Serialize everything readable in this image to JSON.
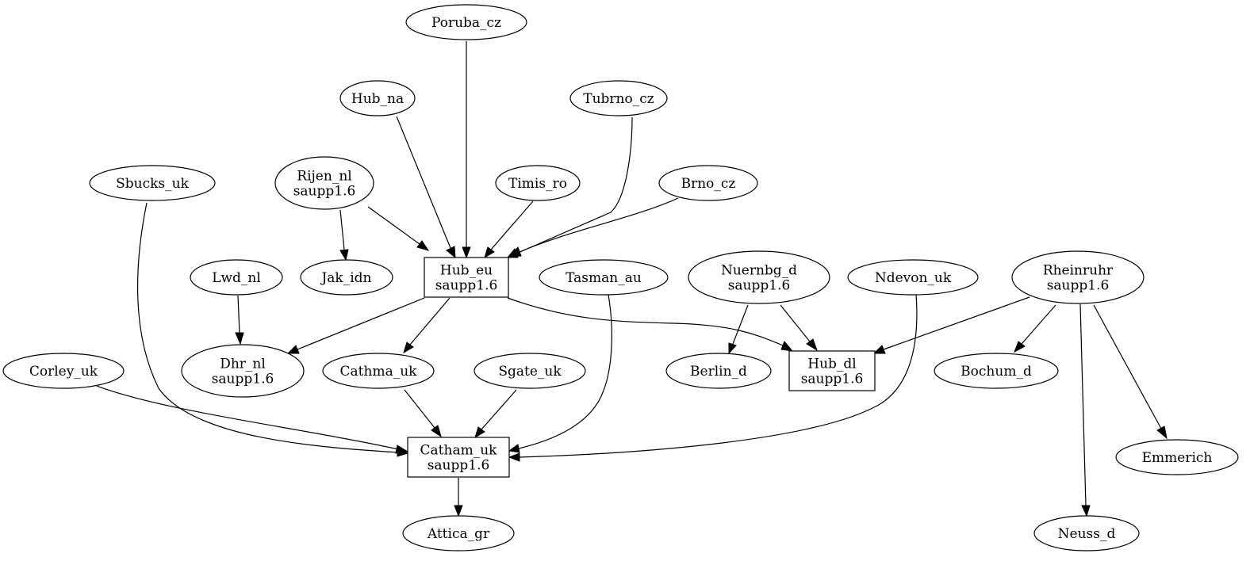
{
  "nodes": [
    {
      "id": "poruba_cz",
      "shape": "ellipse",
      "lines": [
        "Poruba_cz"
      ]
    },
    {
      "id": "hub_na",
      "shape": "ellipse",
      "lines": [
        "Hub_na"
      ]
    },
    {
      "id": "tubrno_cz",
      "shape": "ellipse",
      "lines": [
        "Tubrno_cz"
      ]
    },
    {
      "id": "sbucks_uk",
      "shape": "ellipse",
      "lines": [
        "Sbucks_uk"
      ]
    },
    {
      "id": "rijen_nl",
      "shape": "ellipse",
      "lines": [
        "Rijen_nl",
        "saupp1.6"
      ]
    },
    {
      "id": "timis_ro",
      "shape": "ellipse",
      "lines": [
        "Timis_ro"
      ]
    },
    {
      "id": "brno_cz",
      "shape": "ellipse",
      "lines": [
        "Brno_cz"
      ]
    },
    {
      "id": "lwd_nl",
      "shape": "ellipse",
      "lines": [
        "Lwd_nl"
      ]
    },
    {
      "id": "jak_idn",
      "shape": "ellipse",
      "lines": [
        "Jak_idn"
      ]
    },
    {
      "id": "hub_eu",
      "shape": "box",
      "lines": [
        "Hub_eu",
        "saupp1.6"
      ]
    },
    {
      "id": "tasman_au",
      "shape": "ellipse",
      "lines": [
        "Tasman_au"
      ]
    },
    {
      "id": "nuernbg_d",
      "shape": "ellipse",
      "lines": [
        "Nuernbg_d",
        "saupp1.6"
      ]
    },
    {
      "id": "ndevon_uk",
      "shape": "ellipse",
      "lines": [
        "Ndevon_uk"
      ]
    },
    {
      "id": "rheinruhr",
      "shape": "ellipse",
      "lines": [
        "Rheinruhr",
        "saupp1.6"
      ]
    },
    {
      "id": "corley_uk",
      "shape": "ellipse",
      "lines": [
        "Corley_uk"
      ]
    },
    {
      "id": "dhr_nl",
      "shape": "ellipse",
      "lines": [
        "Dhr_nl",
        "saupp1.6"
      ]
    },
    {
      "id": "cathma_uk",
      "shape": "ellipse",
      "lines": [
        "Cathma_uk"
      ]
    },
    {
      "id": "sgate_uk",
      "shape": "ellipse",
      "lines": [
        "Sgate_uk"
      ]
    },
    {
      "id": "berlin_d",
      "shape": "ellipse",
      "lines": [
        "Berlin_d"
      ]
    },
    {
      "id": "hub_dl",
      "shape": "box",
      "lines": [
        "Hub_dl",
        "saupp1.6"
      ]
    },
    {
      "id": "bochum_d",
      "shape": "ellipse",
      "lines": [
        "Bochum_d"
      ]
    },
    {
      "id": "emmerich",
      "shape": "ellipse",
      "lines": [
        "Emmerich"
      ]
    },
    {
      "id": "catham_uk",
      "shape": "box",
      "lines": [
        "Catham_uk",
        "saupp1.6"
      ]
    },
    {
      "id": "attica_gr",
      "shape": "ellipse",
      "lines": [
        "Attica_gr"
      ]
    },
    {
      "id": "neuss_d",
      "shape": "ellipse",
      "lines": [
        "Neuss_d"
      ]
    }
  ],
  "edges": [
    {
      "from": "poruba_cz",
      "to": "hub_eu"
    },
    {
      "from": "hub_na",
      "to": "hub_eu"
    },
    {
      "from": "tubrno_cz",
      "to": "hub_eu"
    },
    {
      "from": "rijen_nl",
      "to": "hub_eu"
    },
    {
      "from": "rijen_nl",
      "to": "jak_idn"
    },
    {
      "from": "timis_ro",
      "to": "hub_eu"
    },
    {
      "from": "brno_cz",
      "to": "hub_eu"
    },
    {
      "from": "lwd_nl",
      "to": "dhr_nl"
    },
    {
      "from": "hub_eu",
      "to": "dhr_nl"
    },
    {
      "from": "hub_eu",
      "to": "cathma_uk"
    },
    {
      "from": "hub_eu",
      "to": "hub_dl"
    },
    {
      "from": "nuernbg_d",
      "to": "berlin_d"
    },
    {
      "from": "nuernbg_d",
      "to": "hub_dl"
    },
    {
      "from": "rheinruhr",
      "to": "hub_dl"
    },
    {
      "from": "rheinruhr",
      "to": "bochum_d"
    },
    {
      "from": "rheinruhr",
      "to": "emmerich"
    },
    {
      "from": "rheinruhr",
      "to": "neuss_d"
    },
    {
      "from": "sbucks_uk",
      "to": "catham_uk"
    },
    {
      "from": "corley_uk",
      "to": "catham_uk"
    },
    {
      "from": "cathma_uk",
      "to": "catham_uk"
    },
    {
      "from": "sgate_uk",
      "to": "catham_uk"
    },
    {
      "from": "tasman_au",
      "to": "catham_uk"
    },
    {
      "from": "ndevon_uk",
      "to": "catham_uk"
    },
    {
      "from": "catham_uk",
      "to": "attica_gr"
    }
  ]
}
